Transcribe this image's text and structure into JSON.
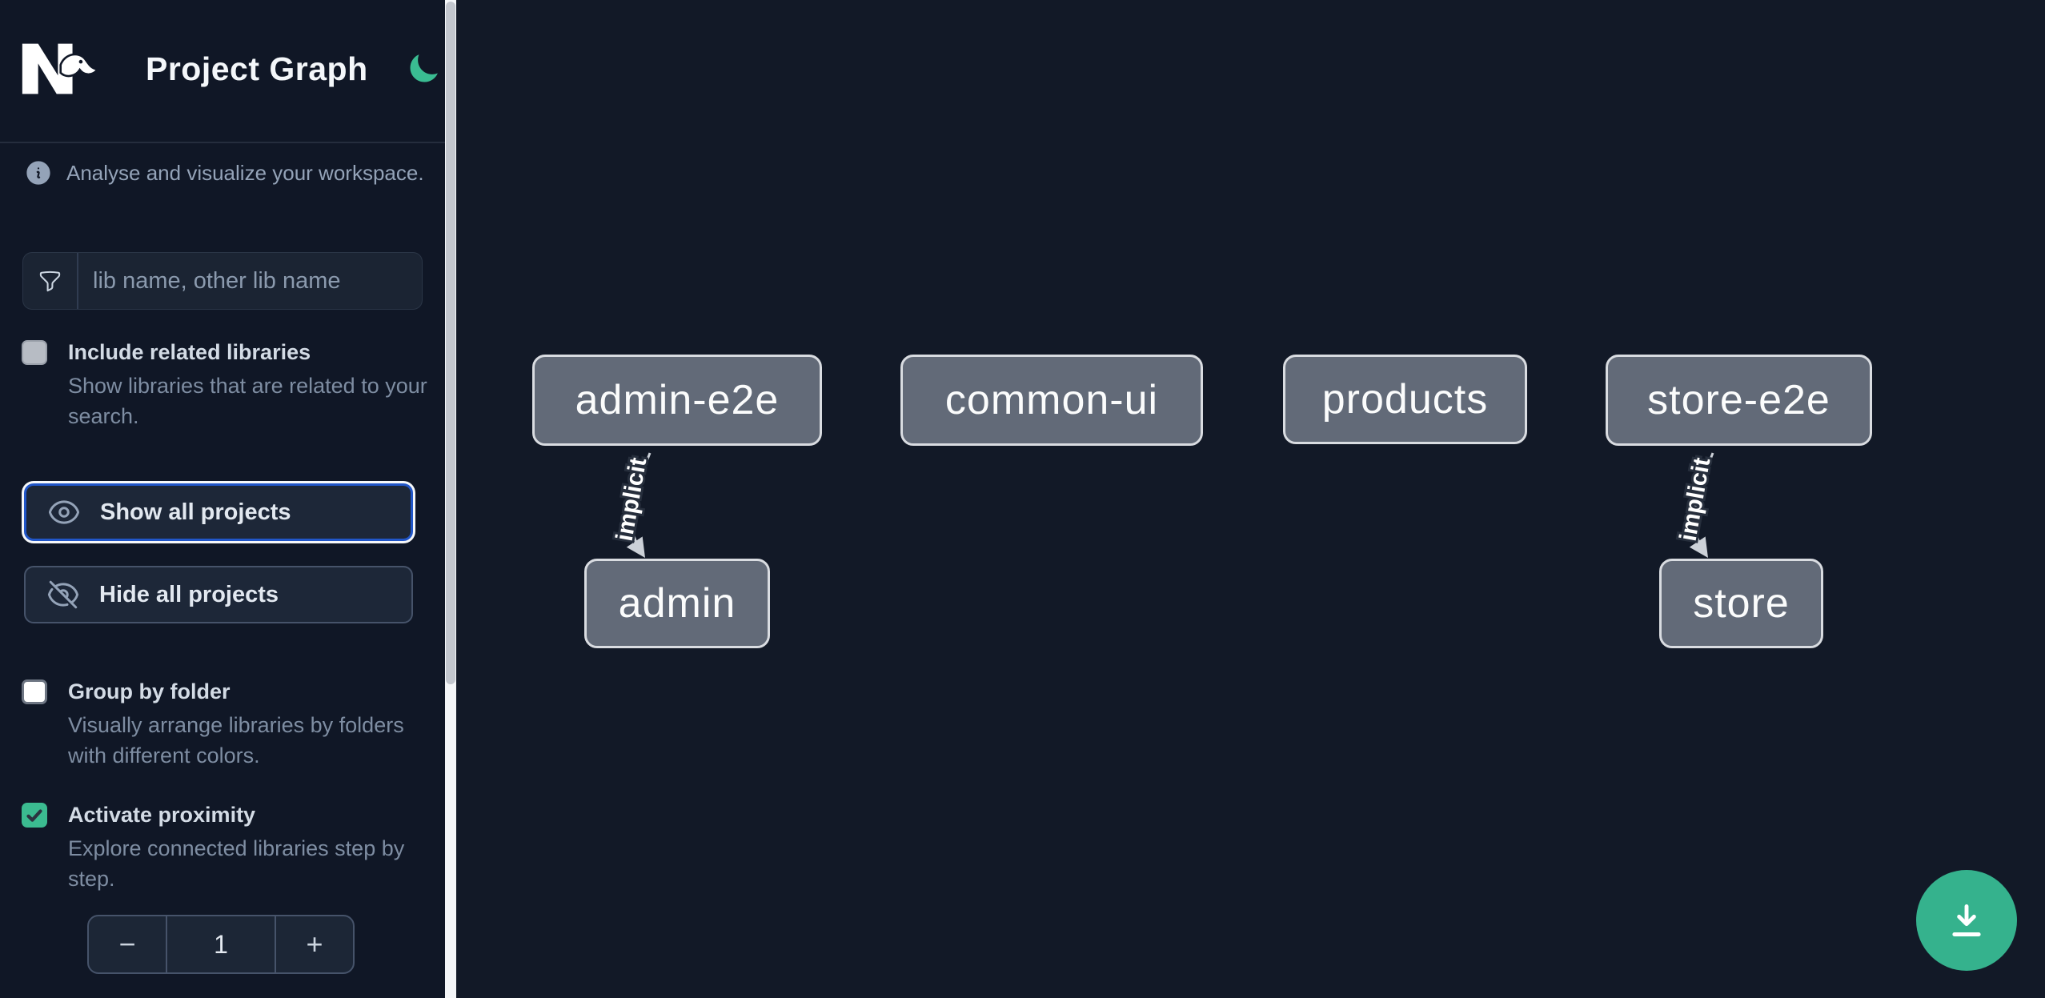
{
  "header": {
    "title": "Project Graph",
    "logo": "nx-logo",
    "theme_toggle_icon": "moon-icon"
  },
  "sidebar": {
    "tagline": "Analyse and visualize your workspace.",
    "tagline_icon": "info-icon",
    "search": {
      "icon": "funnel-icon",
      "placeholder": "lib name, other lib name",
      "value": ""
    },
    "toggles": [
      {
        "label": "Include related libraries",
        "description": "Show libraries that are related to your search.",
        "checked": false
      },
      {
        "label": "Group by folder",
        "description": "Visually arrange libraries by folders with different colors.",
        "checked": false
      },
      {
        "label": "Activate proximity",
        "description": "Explore connected libraries step by step.",
        "checked": true
      }
    ],
    "buttons": [
      {
        "label": "Show all projects",
        "icon": "eye-icon",
        "focused": true
      },
      {
        "label": "Hide all projects",
        "icon": "eye-slash-icon",
        "focused": false
      }
    ],
    "stepper": {
      "decrement": "−",
      "value": "1",
      "increment": "+"
    }
  },
  "graph": {
    "nodes": [
      {
        "label": "admin-e2e"
      },
      {
        "label": "common-ui"
      },
      {
        "label": "products"
      },
      {
        "label": "store-e2e"
      },
      {
        "label": "admin"
      },
      {
        "label": "store"
      }
    ],
    "edges": [
      {
        "from": "admin-e2e",
        "to": "admin",
        "label": "implicit"
      },
      {
        "from": "store-e2e",
        "to": "store",
        "label": "implicit"
      }
    ]
  },
  "fab": {
    "icon": "download-icon"
  },
  "colors": {
    "sidebar_bg": "#101726",
    "canvas_bg": "#121927",
    "accent_green": "#35b28d",
    "checkbox_green": "#3bbb90",
    "focus_blue": "#2156c8",
    "node_fill": "#626a78",
    "node_border": "#d9dce1",
    "edge_gray": "#ccd1d8"
  }
}
